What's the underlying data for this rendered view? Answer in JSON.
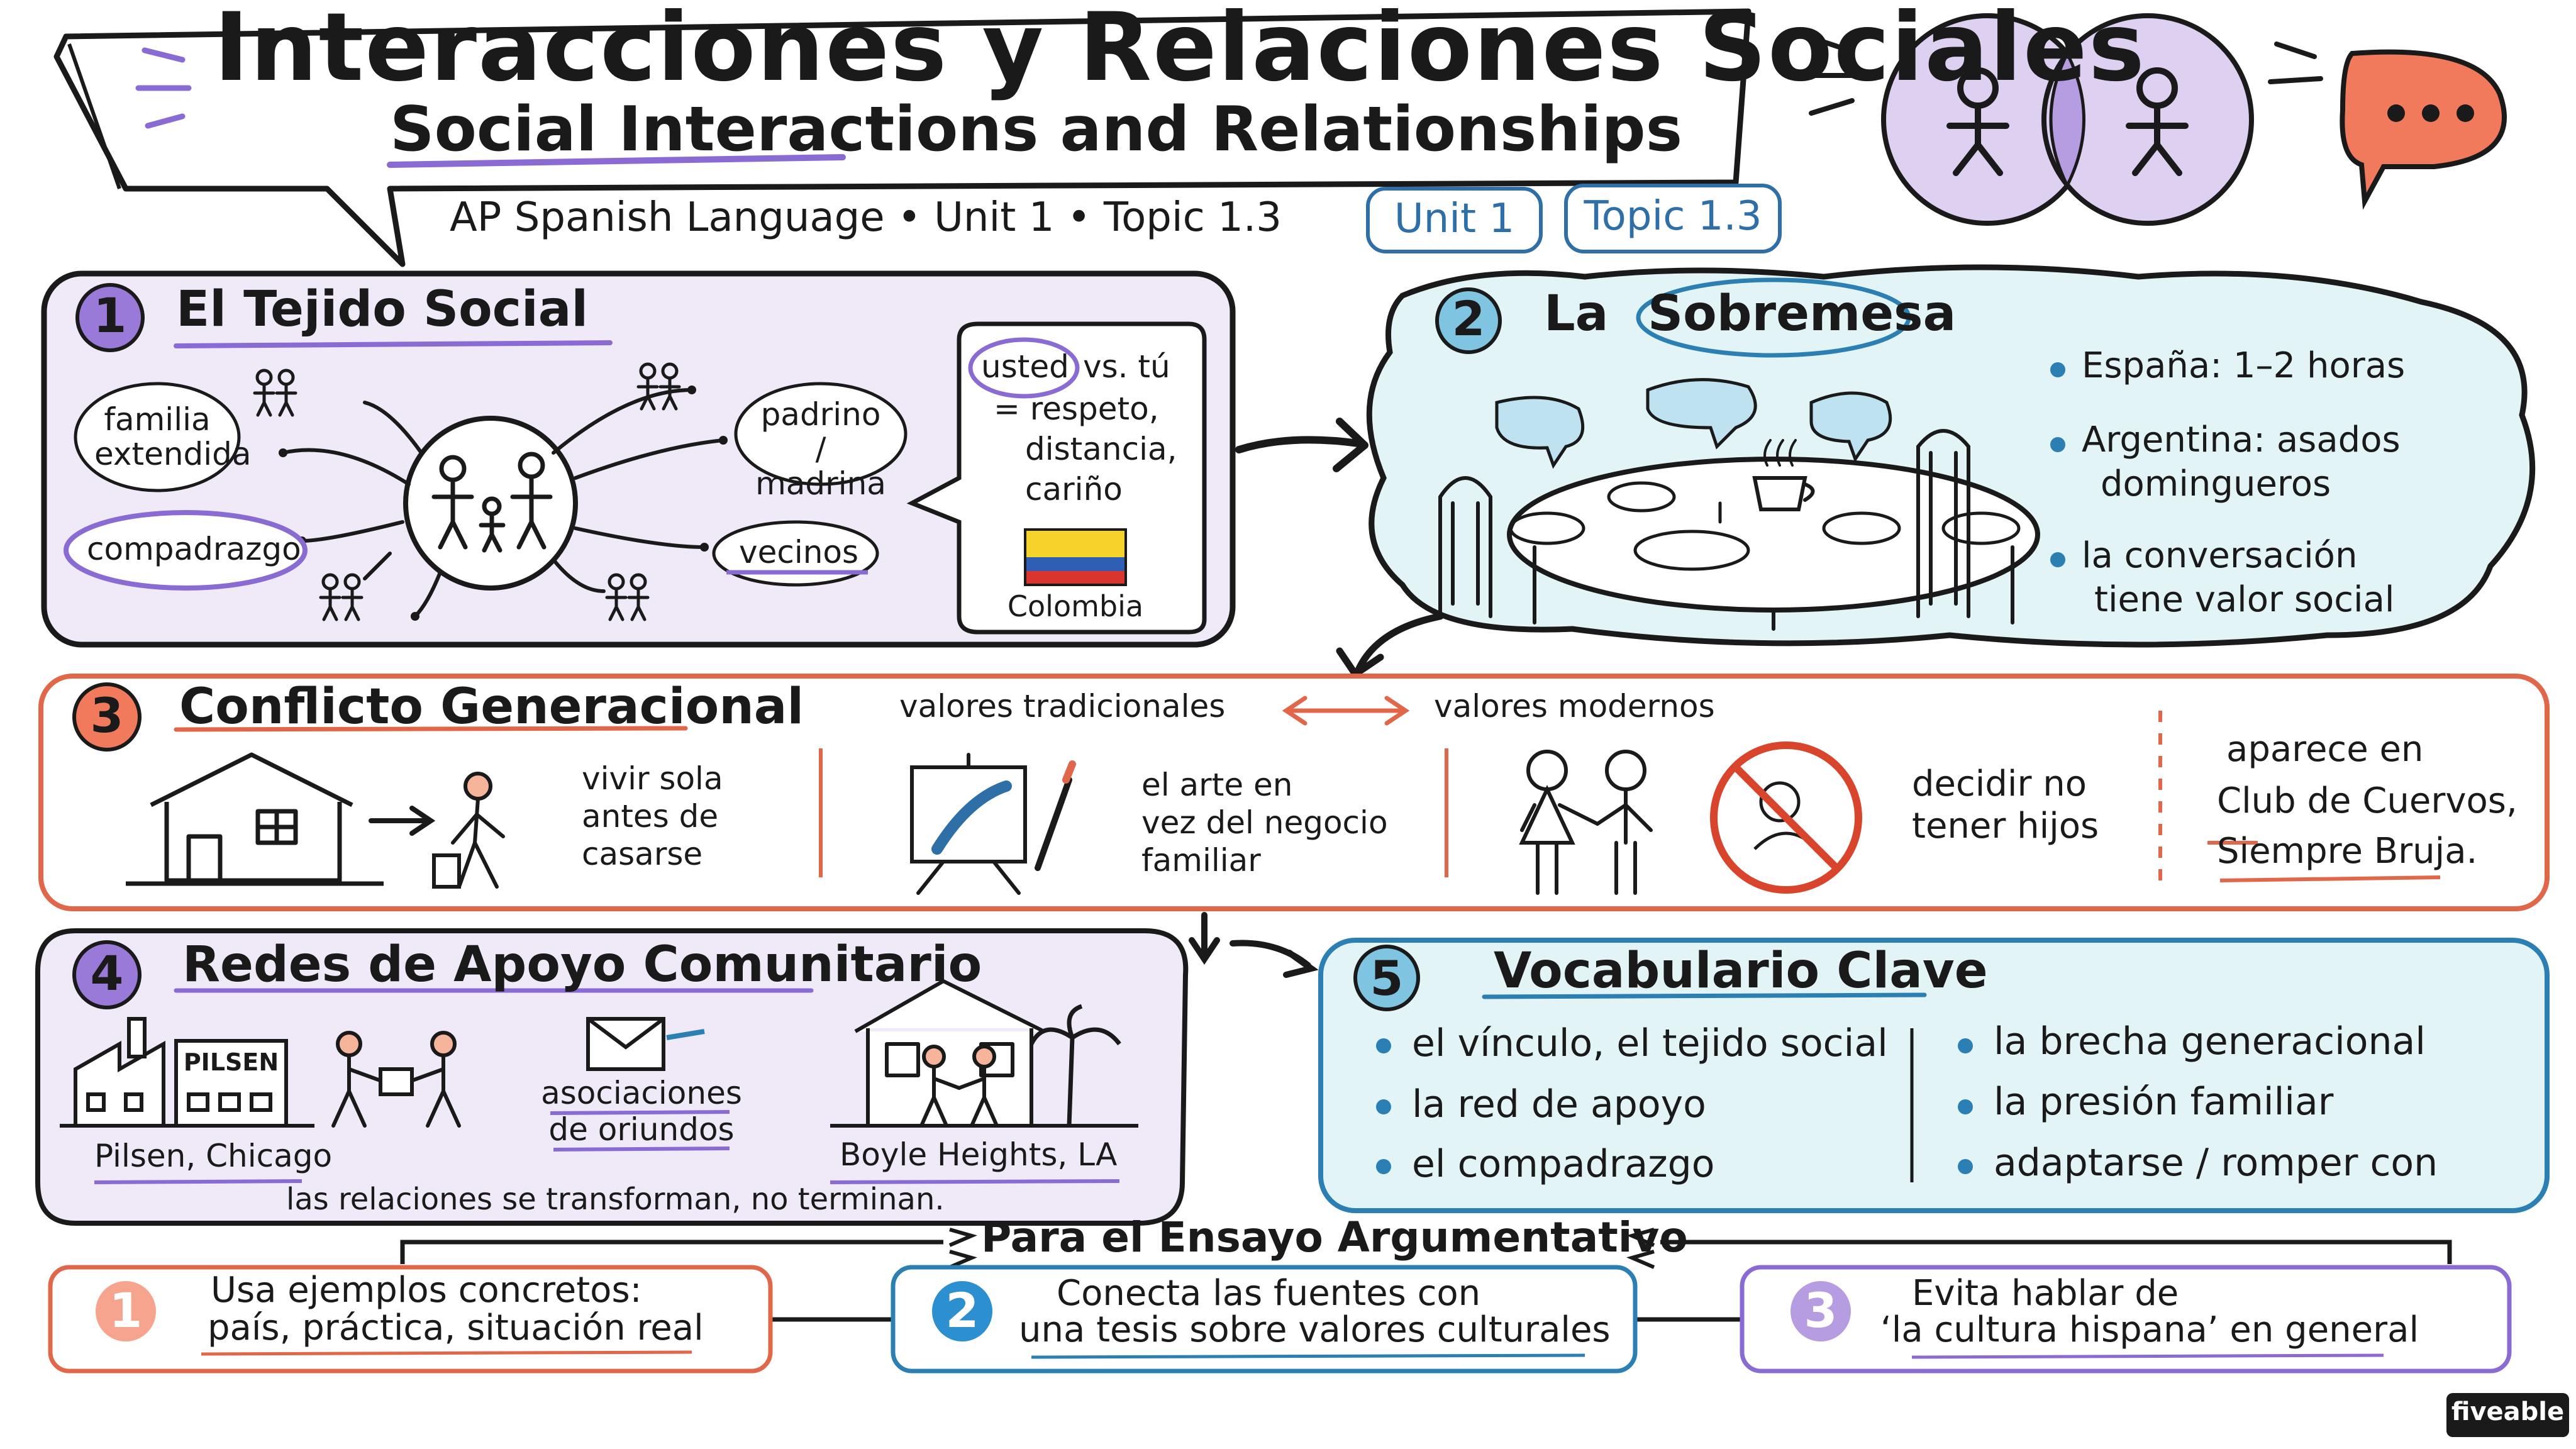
{
  "header": {
    "title": "Interacciones y Relaciones Sociales",
    "subtitle": "Social Interactions and Relationships",
    "meta": "AP Spanish Language  •  Unit 1  •  Topic 1.3",
    "pill_unit": "Unit 1",
    "pill_topic": "Topic 1.3"
  },
  "section1": {
    "number": "1",
    "title": "El Tejido Social",
    "labels": [
      "familia extendida",
      "compadrazgo",
      "padrino / madrina",
      "vecinos"
    ],
    "usted_word": "usted",
    "usted_rest": "vs. tú",
    "usted_lines": [
      "= respeto,",
      "distancia,",
      "cariño"
    ],
    "country": "Colombia"
  },
  "section2": {
    "number": "2",
    "title_prefix": "La",
    "title_word": "Sobremesa",
    "bullets": [
      [
        "España: 1–2 horas"
      ],
      [
        "Argentina: asados",
        "domingueros"
      ],
      [
        "la conversación",
        "tiene valor social"
      ]
    ]
  },
  "section3": {
    "number": "3",
    "title": "Conflicto Generacional",
    "value_left": "valores tradicionales",
    "value_right": "valores modernos",
    "item1": [
      "vivir sola",
      "antes de",
      "casarse"
    ],
    "item2": [
      "el arte en",
      "vez del negocio",
      "familiar"
    ],
    "item3": [
      "decidir no",
      "tener hijos"
    ],
    "appears": [
      "aparece en",
      "Club de Cuervos,",
      "Siempre Bruja."
    ]
  },
  "section4": {
    "number": "4",
    "title": "Redes de Apoyo Comunitario",
    "sign": "PILSEN",
    "place1": "Pilsen, Chicago",
    "assoc": [
      "asociaciones",
      "de oriundos"
    ],
    "place2": "Boyle Heights, LA",
    "note": "las relaciones se transforman, no terminan."
  },
  "section5": {
    "number": "5",
    "title": "Vocabulario Clave",
    "left": [
      "el vínculo, el tejido social",
      "la red de apoyo",
      "el compadrazgo"
    ],
    "right": [
      "la brecha generacional",
      "la presión familiar",
      "adaptarse / romper con"
    ]
  },
  "essay": {
    "title": "Para el Ensayo Argumentativo",
    "tips": [
      {
        "num": "1",
        "lines": [
          "Usa ejemplos concretos:",
          "país, práctica, situación real"
        ]
      },
      {
        "num": "2",
        "lines": [
          "Conecta las fuentes con",
          "una tesis sobre valores culturales"
        ]
      },
      {
        "num": "3",
        "lines": [
          "Evita hablar de",
          "‘la cultura hispana’ en general"
        ]
      }
    ]
  },
  "brand": "fiveable",
  "colors": {
    "purple": "#7a55c9",
    "purple_fill": "#efe9f8",
    "teal": "#2b7fb3",
    "teal_fill": "#e3f4f7",
    "orange": "#e1674b",
    "orange_fill": "#fdf1ec",
    "ink": "#1a1a1a"
  }
}
